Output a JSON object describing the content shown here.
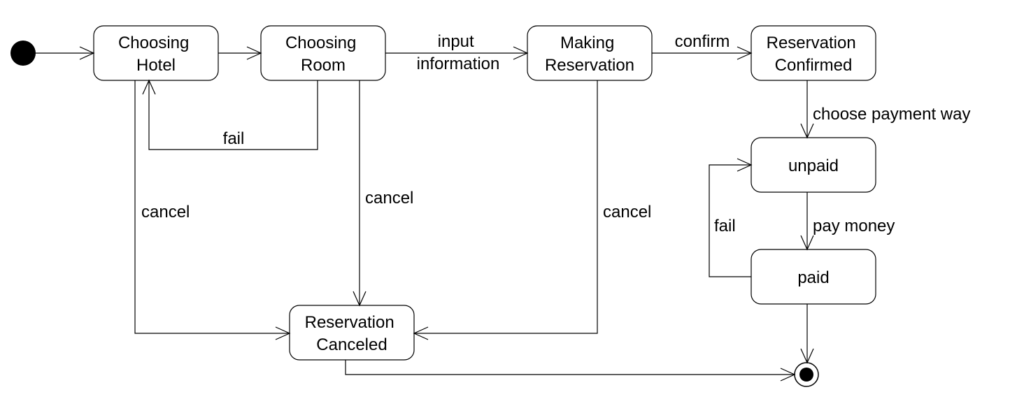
{
  "states": {
    "choosing_hotel": [
      "Choosing",
      "Hotel"
    ],
    "choosing_room": [
      "Choosing",
      "Room"
    ],
    "making_reservation": [
      "Making",
      "Reservation"
    ],
    "reservation_confirmed": [
      "Reservation",
      "Confirmed"
    ],
    "unpaid": [
      "unpaid"
    ],
    "paid": [
      "paid"
    ],
    "reservation_canceled": [
      "Reservation",
      "Canceled"
    ]
  },
  "transitions": {
    "input_information": [
      "input",
      "information"
    ],
    "confirm": "confirm",
    "fail_room": "fail",
    "cancel_hotel": "cancel",
    "cancel_room": "cancel",
    "cancel_making": "cancel",
    "choose_payment_way": "choose payment way",
    "pay_money": "pay money",
    "fail_payment": "fail"
  }
}
